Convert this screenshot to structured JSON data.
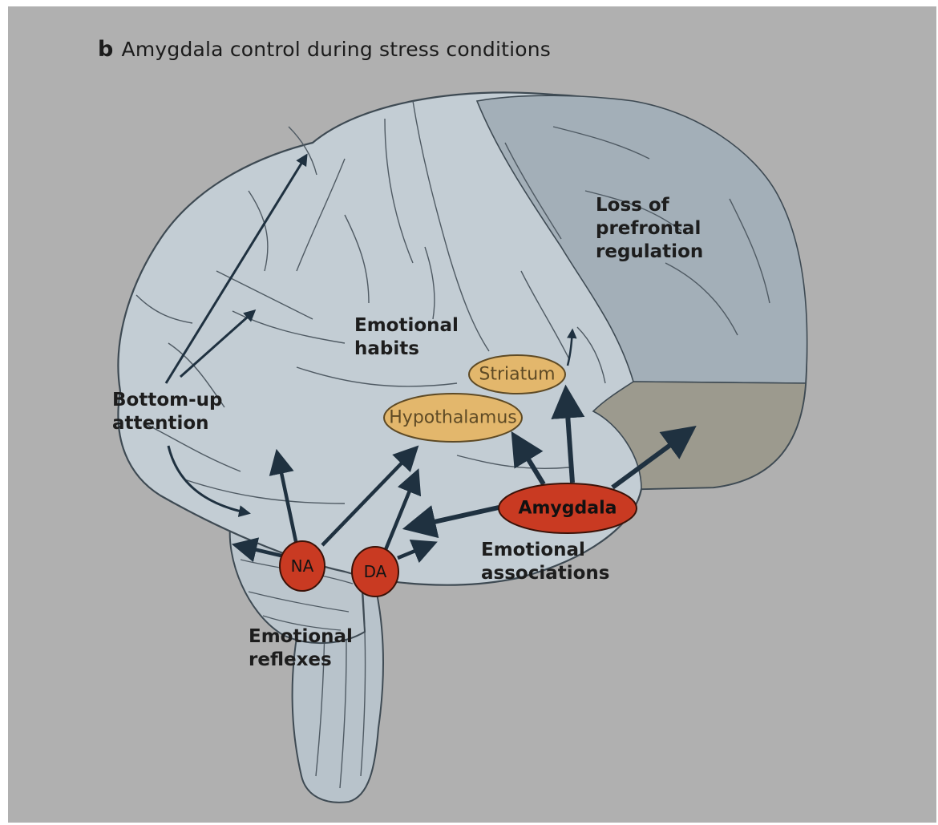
{
  "figure": {
    "panel_letter": "b",
    "title": "Amygdala control during stress conditions"
  },
  "labels": {
    "loss_line1": "Loss of",
    "loss_line2": "prefrontal",
    "loss_line3": "regulation",
    "emo_habits_line1": "Emotional",
    "emo_habits_line2": "habits",
    "bottom_up_line1": "Bottom-up",
    "bottom_up_line2": "attention",
    "emo_assoc_line1": "Emotional",
    "emo_assoc_line2": "associations",
    "emo_reflex_line1": "Emotional",
    "emo_reflex_line2": "reflexes"
  },
  "nodes": {
    "striatum": "Striatum",
    "hypothalamus": "Hypothalamus",
    "amygdala": "Amygdala",
    "na": "NA",
    "da": "DA"
  },
  "colors": {
    "brain_fill": "#c3cdd4",
    "prefrontal_fill": "#a3afb8",
    "orbitofrontal_fill": "#9c9a8e",
    "sulcus_line": "#4f5a63",
    "arrow": "#1f3140",
    "node_tan": "#e3b76c",
    "node_red": "#c93a22"
  }
}
